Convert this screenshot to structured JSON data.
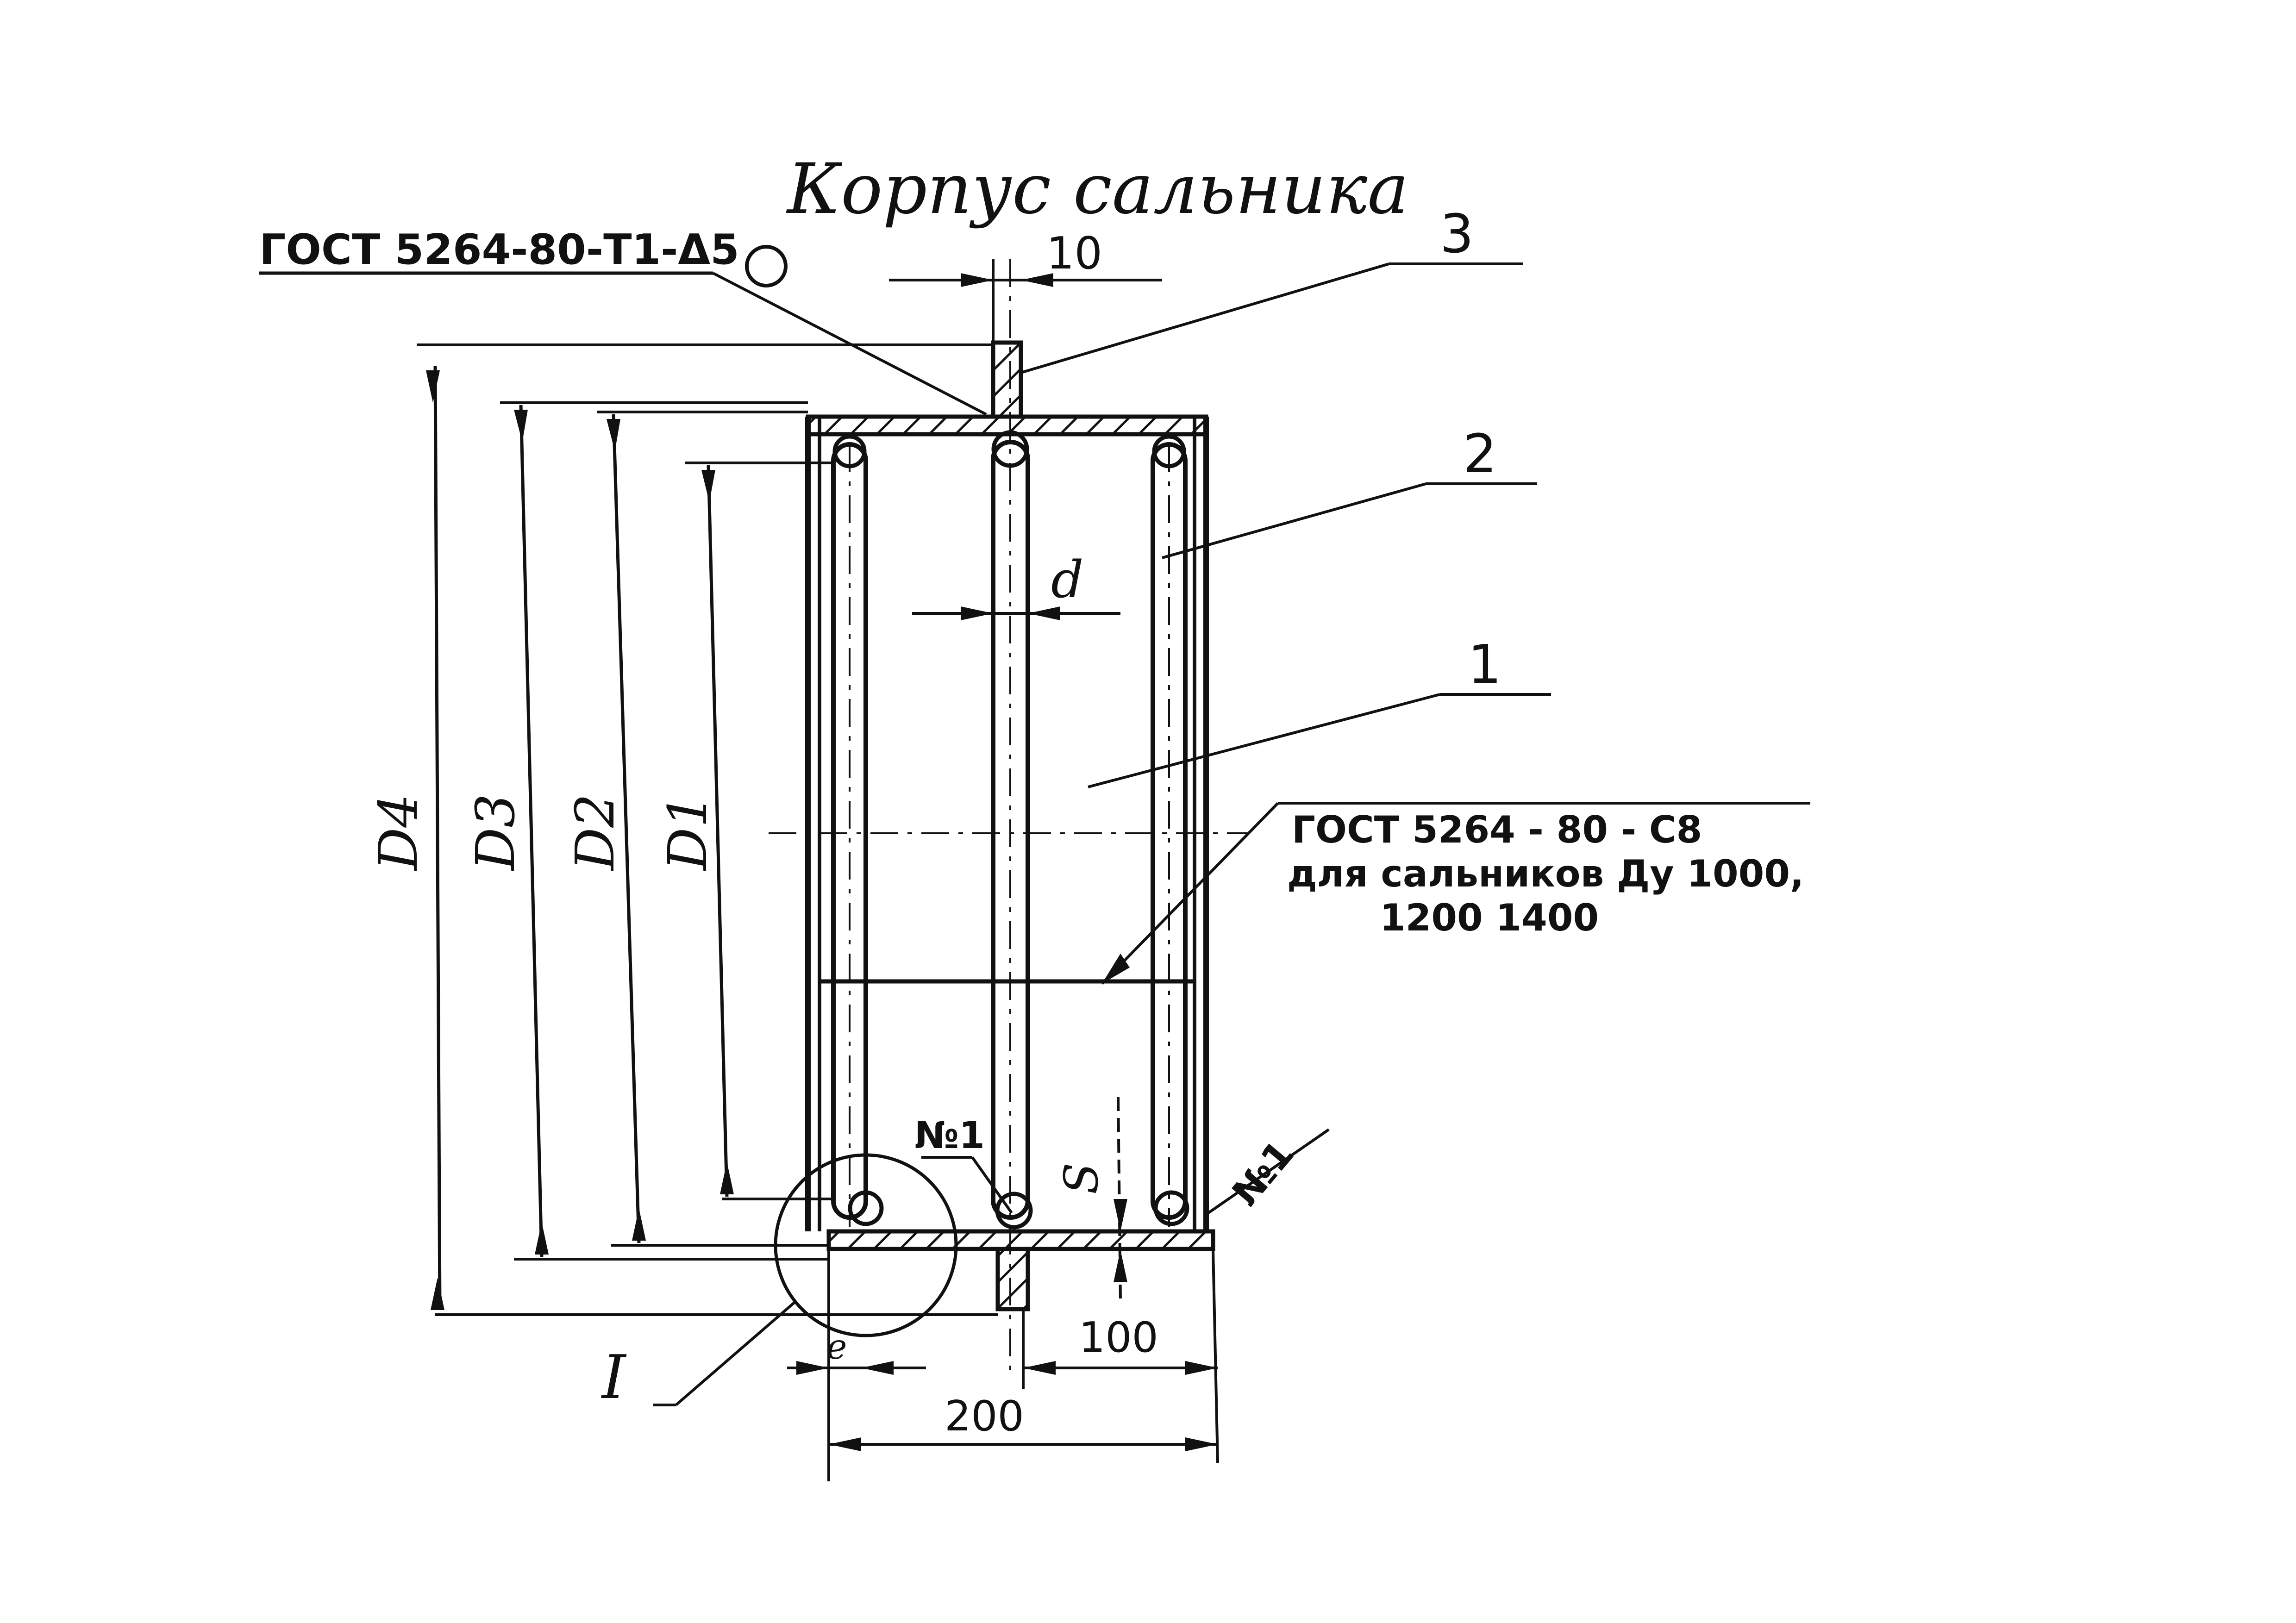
{
  "title": "Корпус сальника",
  "weld_note_top": "ГОСТ 5264-80-Т1-Δ5",
  "weld_note_side": {
    "line1": "ГОСТ 5264 - 80 - С8",
    "line2": "для сальников Ду 1000,",
    "line3": "1200   1400"
  },
  "callouts": {
    "part1": "1",
    "part2": "2",
    "part3": "3",
    "detail": "I",
    "weld_left": "№1",
    "weld_right": "№1"
  },
  "dimensions": {
    "d4": "D4",
    "d3": "D3",
    "d2": "D2",
    "d1": "D1",
    "d": "d",
    "s": "S",
    "e": "e",
    "top_10": "10",
    "bottom_100": "100",
    "bottom_200": "200"
  }
}
